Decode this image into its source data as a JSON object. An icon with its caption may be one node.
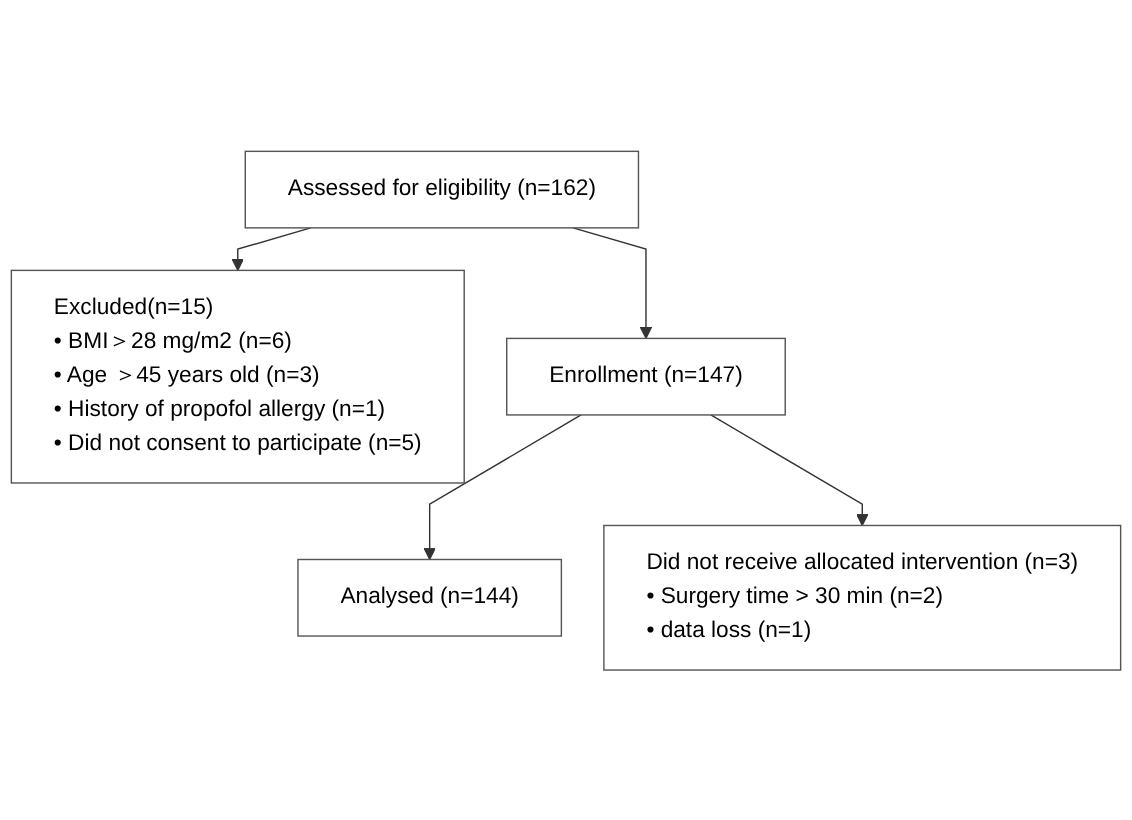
{
  "diagram": {
    "nodes": [
      {
        "text": [
          "Assessed for eligibility (n=162)"
        ]
      },
      {
        "text": [
          "Excluded(n=15)",
          "• BMI＞28 mg/m2 (n=6)",
          "• Age ＞45 years old (n=3)",
          "• History of propofol allergy (n=1)",
          "• Did not consent to participate (n=5)"
        ]
      },
      {
        "text": [
          "Enrollment (n=147)"
        ]
      },
      {
        "text": [
          "Did not receive allocated intervention (n=3)",
          "• Surgery time > 30 min (n=2)",
          "• data loss (n=1)"
        ]
      },
      {
        "text": [
          "Analysed (n=144)"
        ]
      }
    ],
    "edges": [
      {
        "from": 0,
        "to": 2,
        "arrow": "to"
      },
      {
        "from": 0,
        "to": 1,
        "arrow": "to"
      },
      {
        "from": 2,
        "to": 4,
        "arrow": "to"
      },
      {
        "from": 2,
        "to": 3,
        "arrow": "to"
      }
    ]
  }
}
